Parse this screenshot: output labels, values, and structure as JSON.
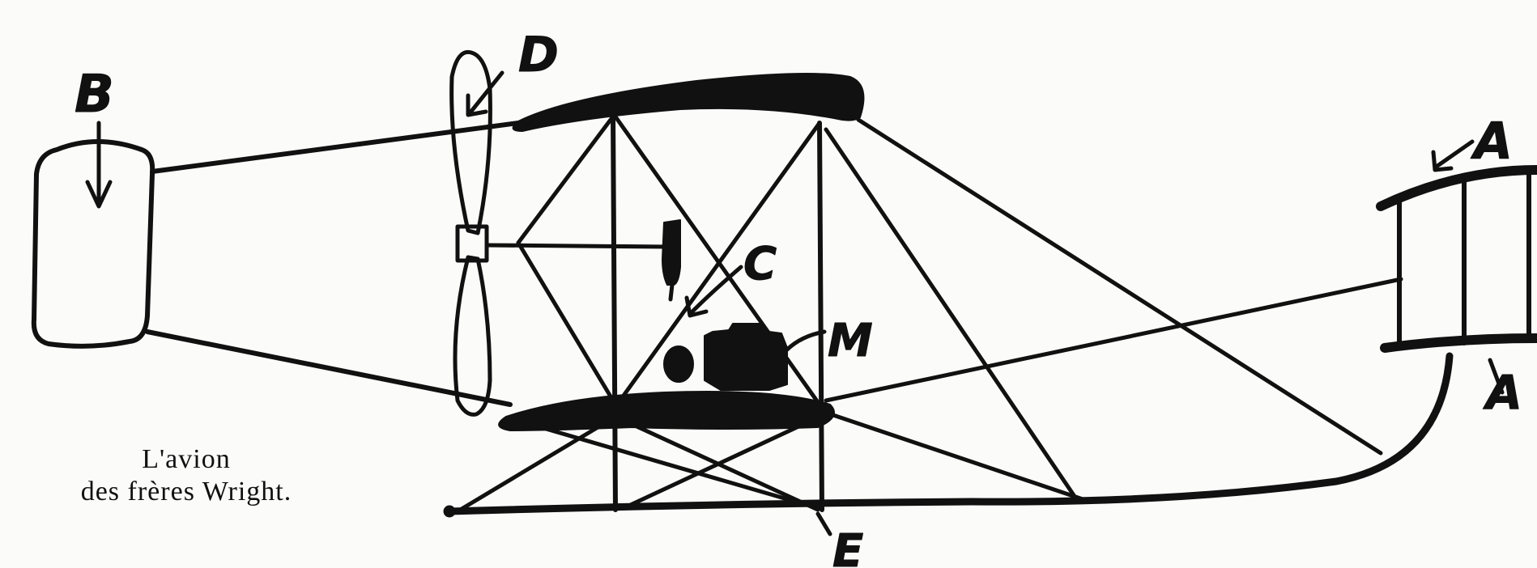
{
  "labels": {
    "a_top": "A",
    "a_bottom": "A",
    "b": "B",
    "c": "C",
    "d": "D",
    "e": "E",
    "m": "M"
  },
  "caption": {
    "line1": "L'avion",
    "line2": "des frères Wright."
  },
  "colors": {
    "ink": "#111111",
    "paper": "#fbfbfa"
  }
}
